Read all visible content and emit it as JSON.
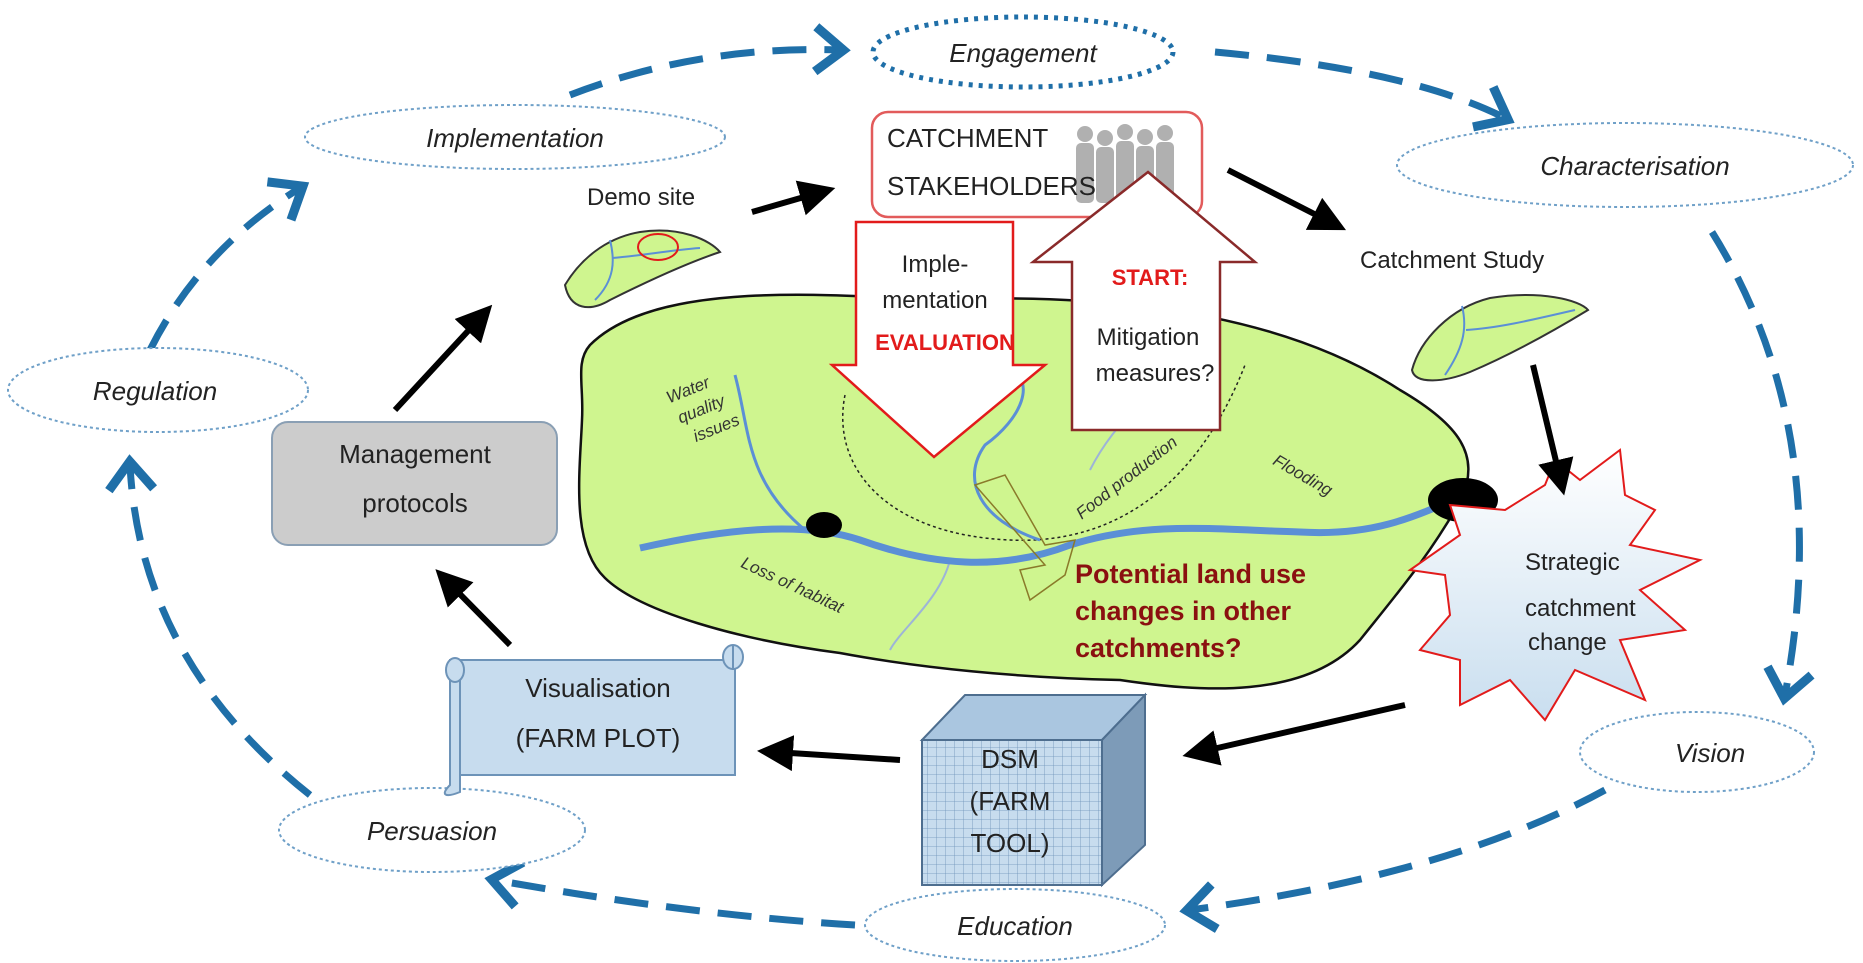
{
  "cycle": {
    "engagement": "Engagement",
    "characterisation": "Characterisation",
    "vision": "Vision",
    "education": "Education",
    "persuasion": "Persuasion",
    "regulation": "Regulation",
    "implementation": "Implementation"
  },
  "stakeholders": {
    "line1": "CATCHMENT",
    "line2": "STAKEHOLDERS"
  },
  "demo_site": "Demo site",
  "catchment_study": "Catchment Study",
  "management_protocols": {
    "line1": "Management",
    "line2": "protocols"
  },
  "visualisation": {
    "line1": "Visualisation",
    "line2": "(FARM PLOT)"
  },
  "dsm": {
    "line1": "DSM",
    "line2": "(FARM",
    "line3": "TOOL)"
  },
  "strategic_change": {
    "line1": "Strategic",
    "line2": "catchment",
    "line3": "change"
  },
  "down_arrow": {
    "line1": "Imple-",
    "line2": "mentation",
    "line3": "EVALUATION"
  },
  "up_arrow": {
    "line1": "START:",
    "line2": "Mitigation",
    "line3": "measures?"
  },
  "catchment_labels": {
    "water_quality": [
      "Water",
      "quality",
      "issues"
    ],
    "food_production": "Food production",
    "flooding": "Flooding",
    "loss_of_habitat": "Loss of habitat",
    "potential": [
      "Potential land use",
      "changes in other",
      "catchments?"
    ]
  },
  "colors": {
    "cycle_arrow": "#1f6fa8",
    "catchment_fill": "#cff58f",
    "river": "#5b8fd6",
    "highlight_red": "#e21b1b",
    "highlight_brown": "#8a1010"
  }
}
